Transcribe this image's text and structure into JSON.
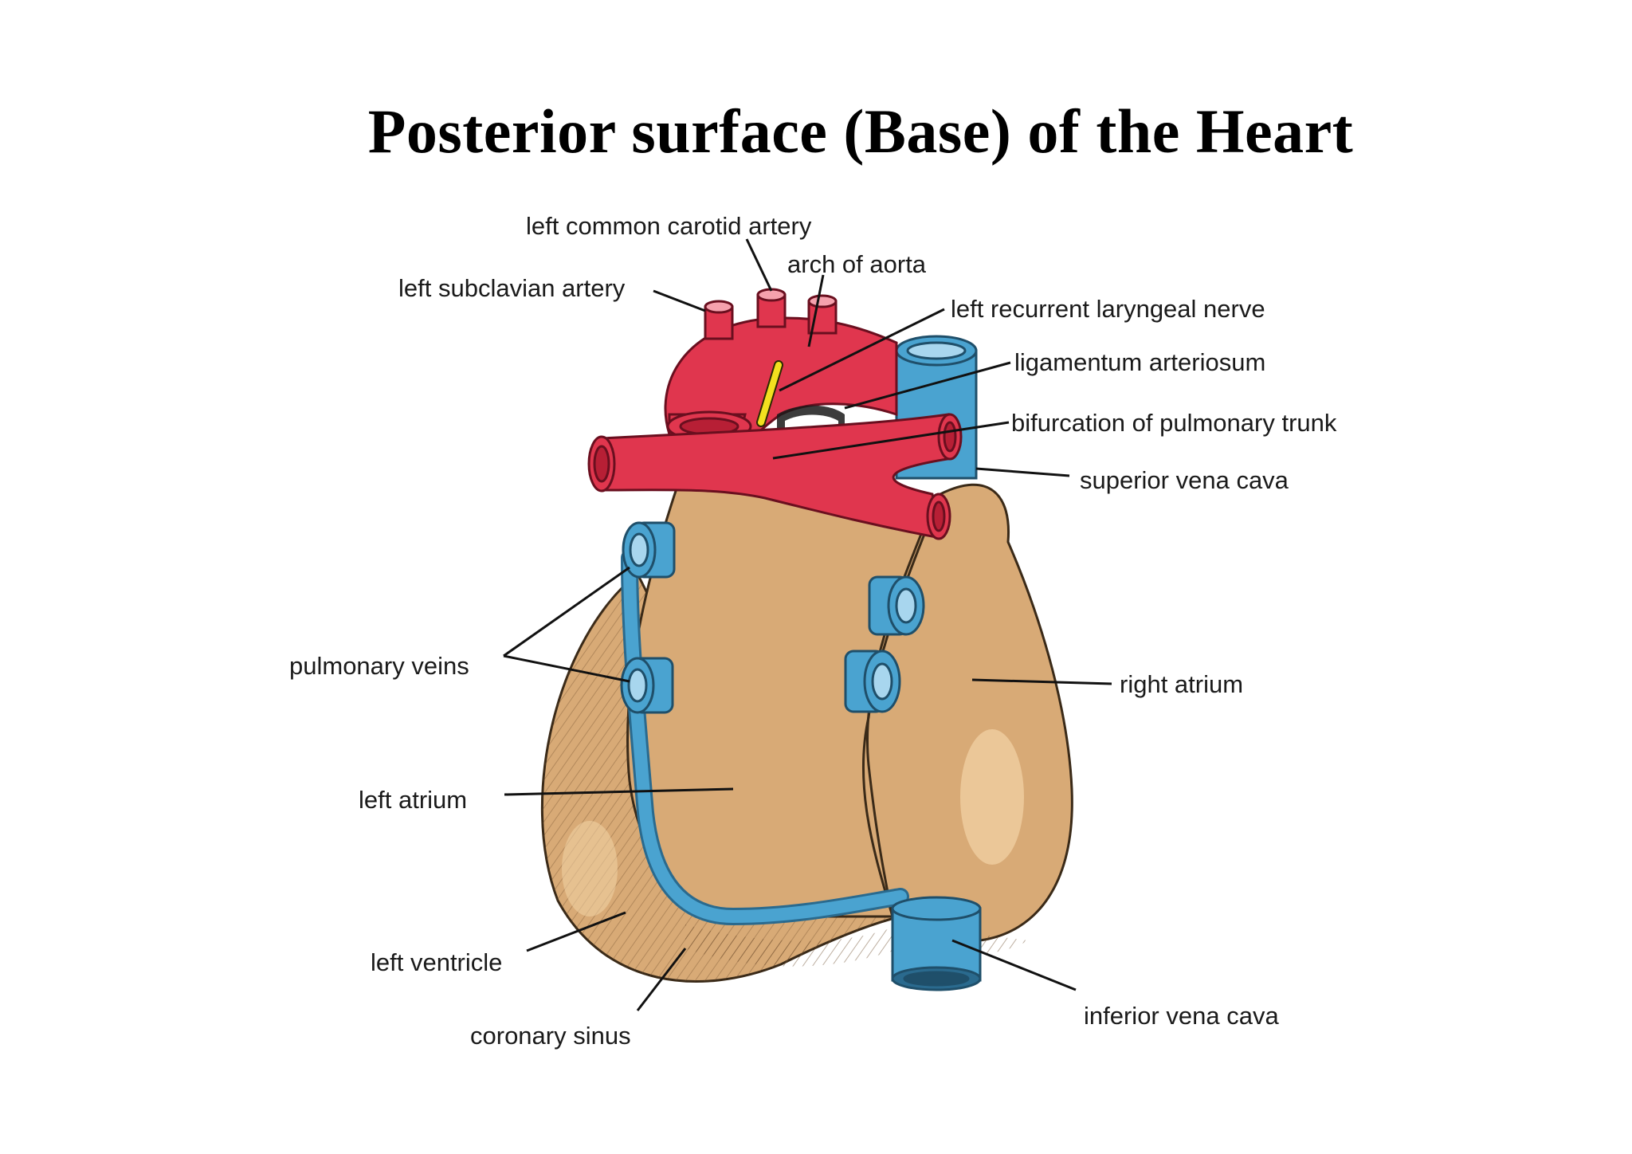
{
  "title": "Posterior surface (Base) of the Heart",
  "colors": {
    "heart": "#d8aa76",
    "artery": "#e0364e",
    "vein": "#4aa3d0",
    "nerve": "#f2e01f"
  },
  "labels": {
    "left_common_carotid_artery": "left common carotid artery",
    "arch_of_aorta": "arch of aorta",
    "left_subclavian_artery": "left subclavian artery",
    "left_recurrent_laryngeal_nerve": "left recurrent laryngeal nerve",
    "ligamentum_arteriosum": "ligamentum arteriosum",
    "bifurcation_of_pulmonary_trunk": "bifurcation of pulmonary trunk",
    "superior_vena_cava": "superior vena cava",
    "pulmonary_veins": "pulmonary veins",
    "right_atrium": "right atrium",
    "left_atrium": "left atrium",
    "left_ventricle": "left ventricle",
    "coronary_sinus": "coronary sinus",
    "inferior_vena_cava": "inferior vena cava"
  }
}
